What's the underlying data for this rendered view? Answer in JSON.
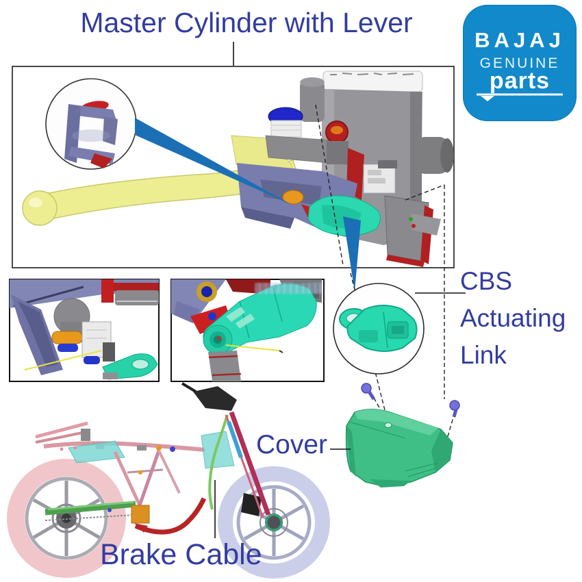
{
  "title": {
    "text": "Master Cylinder with Lever",
    "color": "#323C9F"
  },
  "logo": {
    "brand": "BAJAJ",
    "tagline_top": "GENUINE",
    "tagline_bottom": "parts",
    "background_color": "#1289CB",
    "text_color": "#FFFFFF"
  },
  "labels": {
    "cbs_actuating_link": {
      "lines": [
        "CBS",
        "Actuating",
        "Link"
      ],
      "color": "#323C9F"
    },
    "cover": {
      "text": "Cover",
      "color": "#323C9F"
    },
    "brake_cable": {
      "text": "Brake Cable",
      "color": "#323C9F"
    }
  },
  "figures": {
    "main_assembly": "master cylinder with lever 3D render",
    "lever_clip_detail": "magnified circle of lever retaining clip",
    "detail_left": "close-up of lever pivot with CBS actuating link",
    "detail_right": "close-up of CBS actuating link on cable end",
    "cbs_link_detail": "magnified circle of CBS actuating link part",
    "cover_part": "green cover with two mounting bolts",
    "motorcycle": "motorcycle chassis with routed rear brake cable"
  },
  "colors": {
    "label_blue": "#323C9F",
    "logo_blue": "#1289CB",
    "pointer_blue": "#1B6FB5",
    "lever_yellow": "#EDEE92",
    "cylinder_gray": "#96969A",
    "bracket_purple": "#797DAD",
    "link_teal": "#2BD8B0",
    "cover_green": "#3FBF85",
    "bolt_blue": "#7472DA",
    "accent_red": "#B52222",
    "cap_blue": "#2026C8",
    "rear_tire_pink": "#F0C6CA",
    "front_tire_lavender": "#CACEE8"
  }
}
